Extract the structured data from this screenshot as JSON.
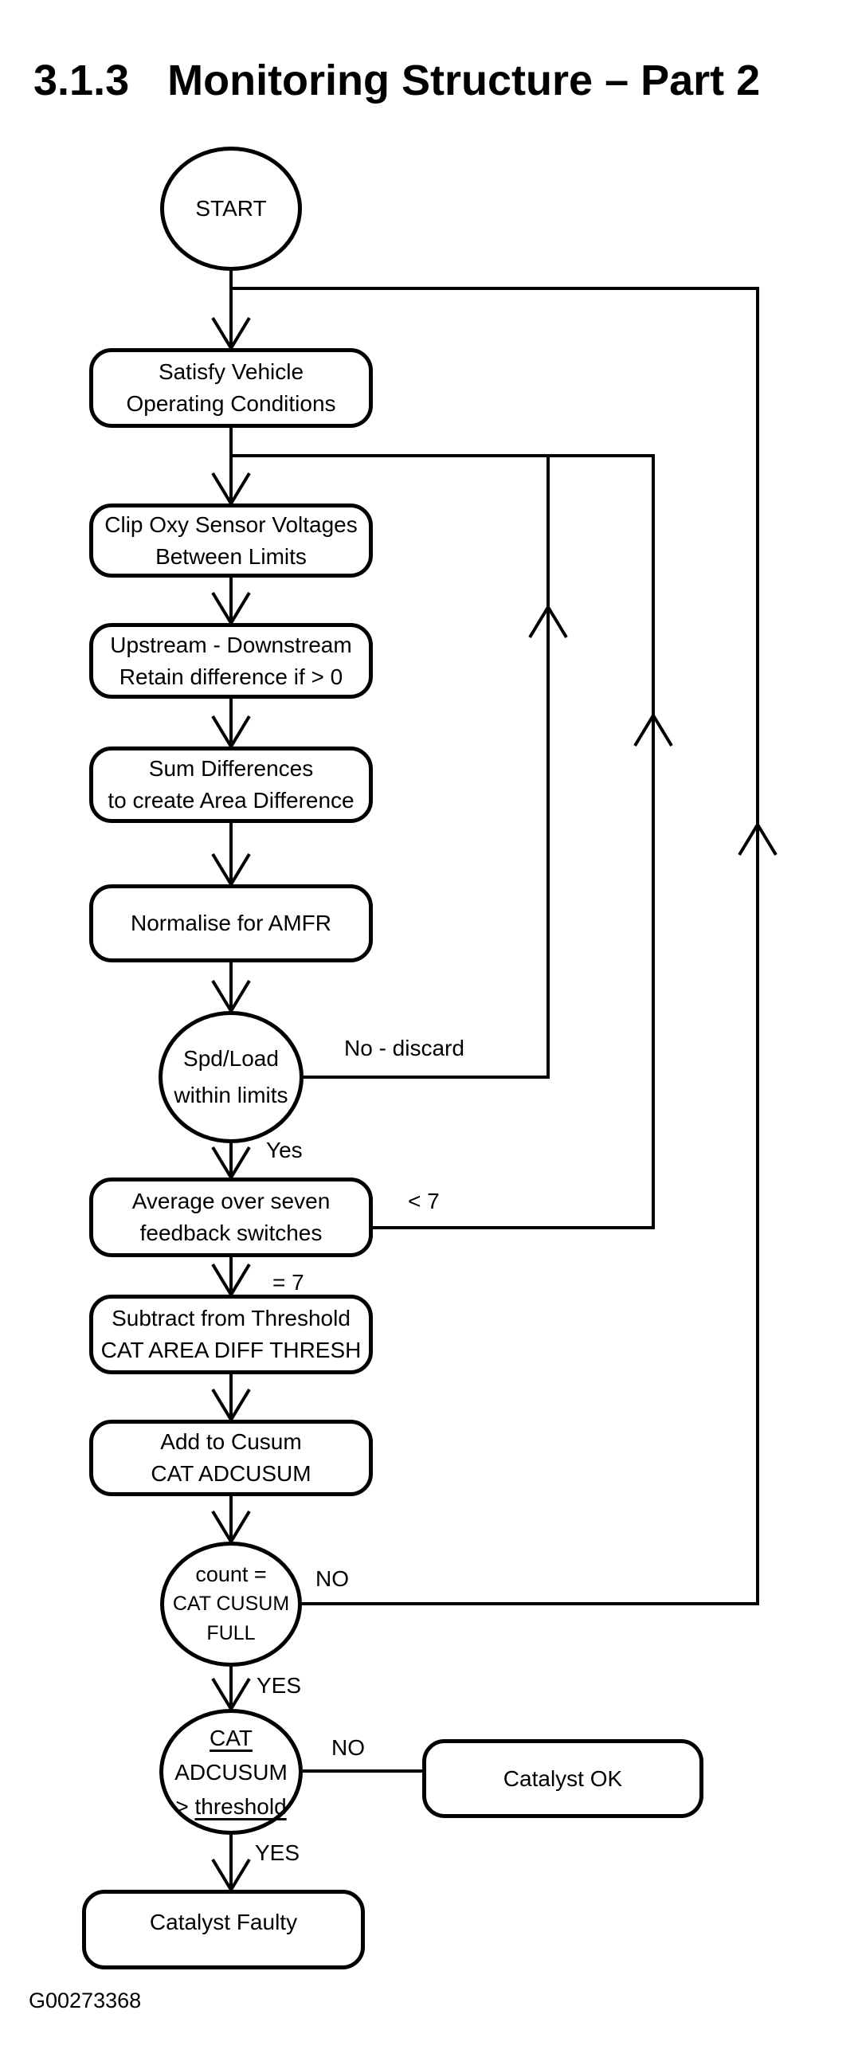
{
  "title": {
    "section": "3.1.3",
    "text": "Monitoring Structure – Part 2"
  },
  "figure_id": "G00273368",
  "nodes": {
    "start": {
      "label": "START"
    },
    "satisfy": {
      "lines": [
        "Satisfy Vehicle",
        "Operating Conditions"
      ]
    },
    "clip": {
      "lines": [
        "Clip Oxy Sensor Voltages",
        "Between Limits"
      ]
    },
    "upstream": {
      "lines": [
        "Upstream - Downstream",
        "Retain difference if > 0"
      ]
    },
    "sum": {
      "lines": [
        "Sum Differences",
        "to create Area Difference"
      ]
    },
    "normalise": {
      "lines": [
        "Normalise for AMFR"
      ]
    },
    "spd_load": {
      "lines": [
        "Spd/Load",
        "within limits"
      ]
    },
    "average": {
      "lines": [
        "Average over seven",
        "feedback switches"
      ]
    },
    "subtract": {
      "lines": [
        "Subtract from Threshold",
        "CAT AREA DIFF THRESH"
      ]
    },
    "add_cusum": {
      "lines": [
        "Add to Cusum",
        "CAT ADCUSUM"
      ]
    },
    "count_full": {
      "lines": [
        "count =",
        "CAT CUSUM",
        "FULL"
      ]
    },
    "adcusum_gt": {
      "line1": "CAT",
      "line2": "ADCUSUM",
      "line3_prefix": "> ",
      "line3_word": "threshold"
    },
    "catalyst_ok": {
      "label": "Catalyst OK"
    },
    "catalyst_faulty": {
      "label": "Catalyst Faulty"
    }
  },
  "edge_labels": {
    "no_discard": "No - discard",
    "yes_spd": "Yes",
    "lt7": "< 7",
    "eq7": "= 7",
    "no_count": "NO",
    "yes_count": "YES",
    "no_cat": "NO",
    "yes_cat": "YES"
  },
  "colors": {
    "ink": "#000000",
    "paper": "#ffffff"
  }
}
